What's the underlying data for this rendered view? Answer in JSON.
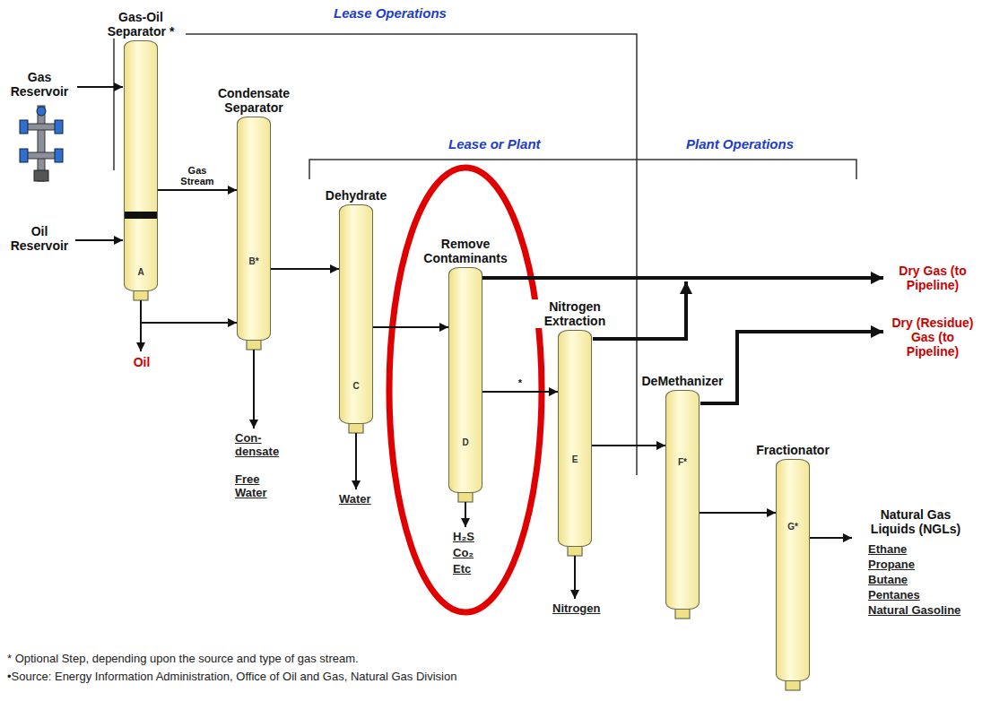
{
  "diagram": {
    "nodes": [
      {
        "text": [
          "Gas-Oil Separator *",
          "A"
        ]
      },
      {
        "text": [
          "Condensate Separator",
          "B*"
        ]
      },
      {
        "text": [
          "Dehydrate",
          "C"
        ]
      },
      {
        "text": [
          "Remove Contaminants",
          "D"
        ]
      },
      {
        "text": [
          "Nitrogen Extraction",
          "E"
        ]
      },
      {
        "text": [
          "DeMethanizer",
          "F*"
        ]
      },
      {
        "text": [
          "Fractionator",
          "G*"
        ]
      }
    ],
    "edges": [
      {
        "from": 0,
        "to": 1,
        "arrow": "to",
        "label": "Gas Stream"
      },
      {
        "from": 0,
        "to": 1,
        "arrow": "to"
      },
      {
        "from": 1,
        "to": 2,
        "arrow": "to"
      },
      {
        "from": 2,
        "to": 3,
        "arrow": "to"
      },
      {
        "from": 3,
        "to": 4,
        "arrow": "to",
        "label": "*"
      },
      {
        "from": 4,
        "to": 5,
        "arrow": "to"
      },
      {
        "from": 5,
        "to": 6,
        "arrow": "to"
      }
    ],
    "labels": [
      "Lease Operations",
      "Lease or Plant",
      "Plant Operations",
      "Gas Reservoir",
      "Oil Reservoir",
      "Oil",
      "Con- densate",
      "Free Water",
      "Water",
      "H₂S",
      "Co₂",
      "Etc",
      "Nitrogen",
      "Dry Gas (to Pipeline)",
      "Dry (Residue) Gas (to Pipeline)",
      "Natural Gas Liquids (NGLs)",
      "Ethane",
      "Propane",
      "Butane",
      "Pentanes",
      "Natural Gasoline",
      "* Optional Step, depending upon the source and type of gas stream.",
      "•Source: Energy Information Administration, Office of Oil and Gas, Natural Gas Division"
    ]
  }
}
